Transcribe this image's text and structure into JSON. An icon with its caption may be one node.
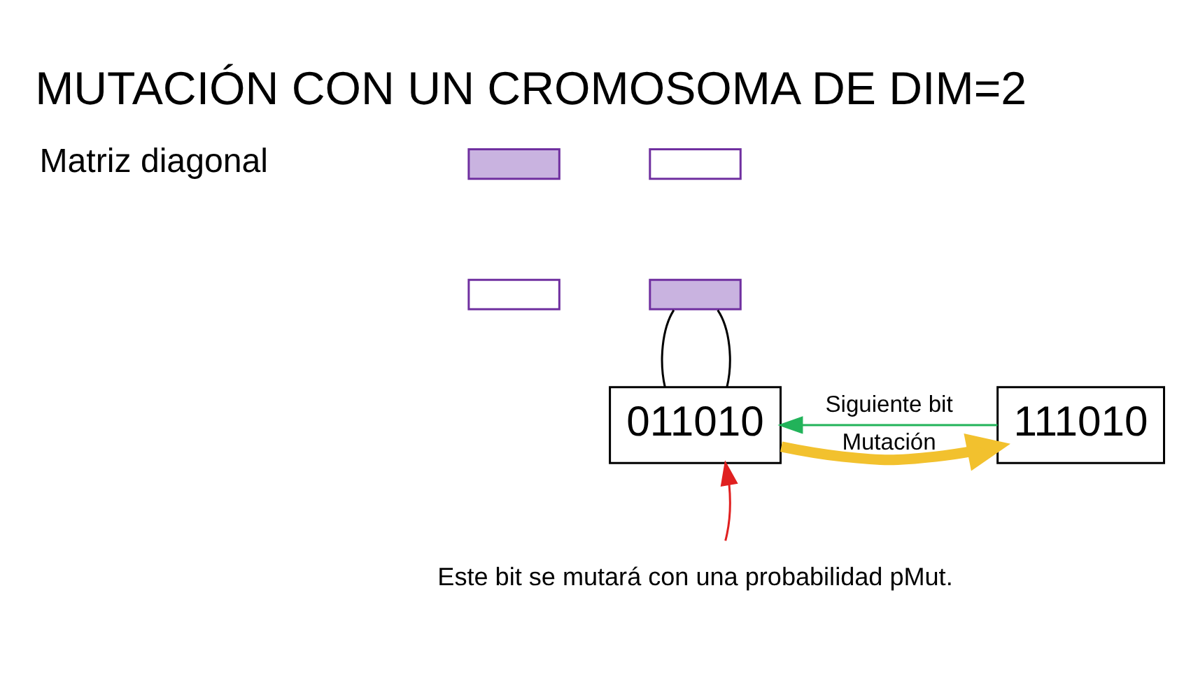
{
  "diagram": {
    "title": "MUTACIÓN CON UN CROMOSOMA DE DIM=2",
    "nodes": [
      {
        "text": [],
        "shape": "box"
      },
      {
        "text": [],
        "shape": "box"
      },
      {
        "text": [],
        "shape": "box"
      },
      {
        "text": [],
        "shape": "box"
      },
      {
        "text": [
          "011010"
        ]
      },
      {
        "text": [
          "111010"
        ]
      },
      {
        "text": [
          "Este bit se mutará con una probabilidad pMut."
        ]
      }
    ],
    "edges": [
      {
        "from": 3,
        "to": 4,
        "arrow": "none"
      },
      {
        "from": 3,
        "to": 4,
        "arrow": "none"
      },
      {
        "from": 5,
        "to": 4,
        "arrow": "to",
        "label": "Siguiente bit",
        "color": "#22b35a"
      },
      {
        "from": 4,
        "to": 5,
        "arrow": "to",
        "label": "Mutación",
        "style": "thick",
        "color": "#f2c12e"
      },
      {
        "from": 6,
        "to": 4,
        "arrow": "to",
        "color": "#e02020"
      }
    ],
    "labels": [
      "Matriz diagonal"
    ]
  }
}
